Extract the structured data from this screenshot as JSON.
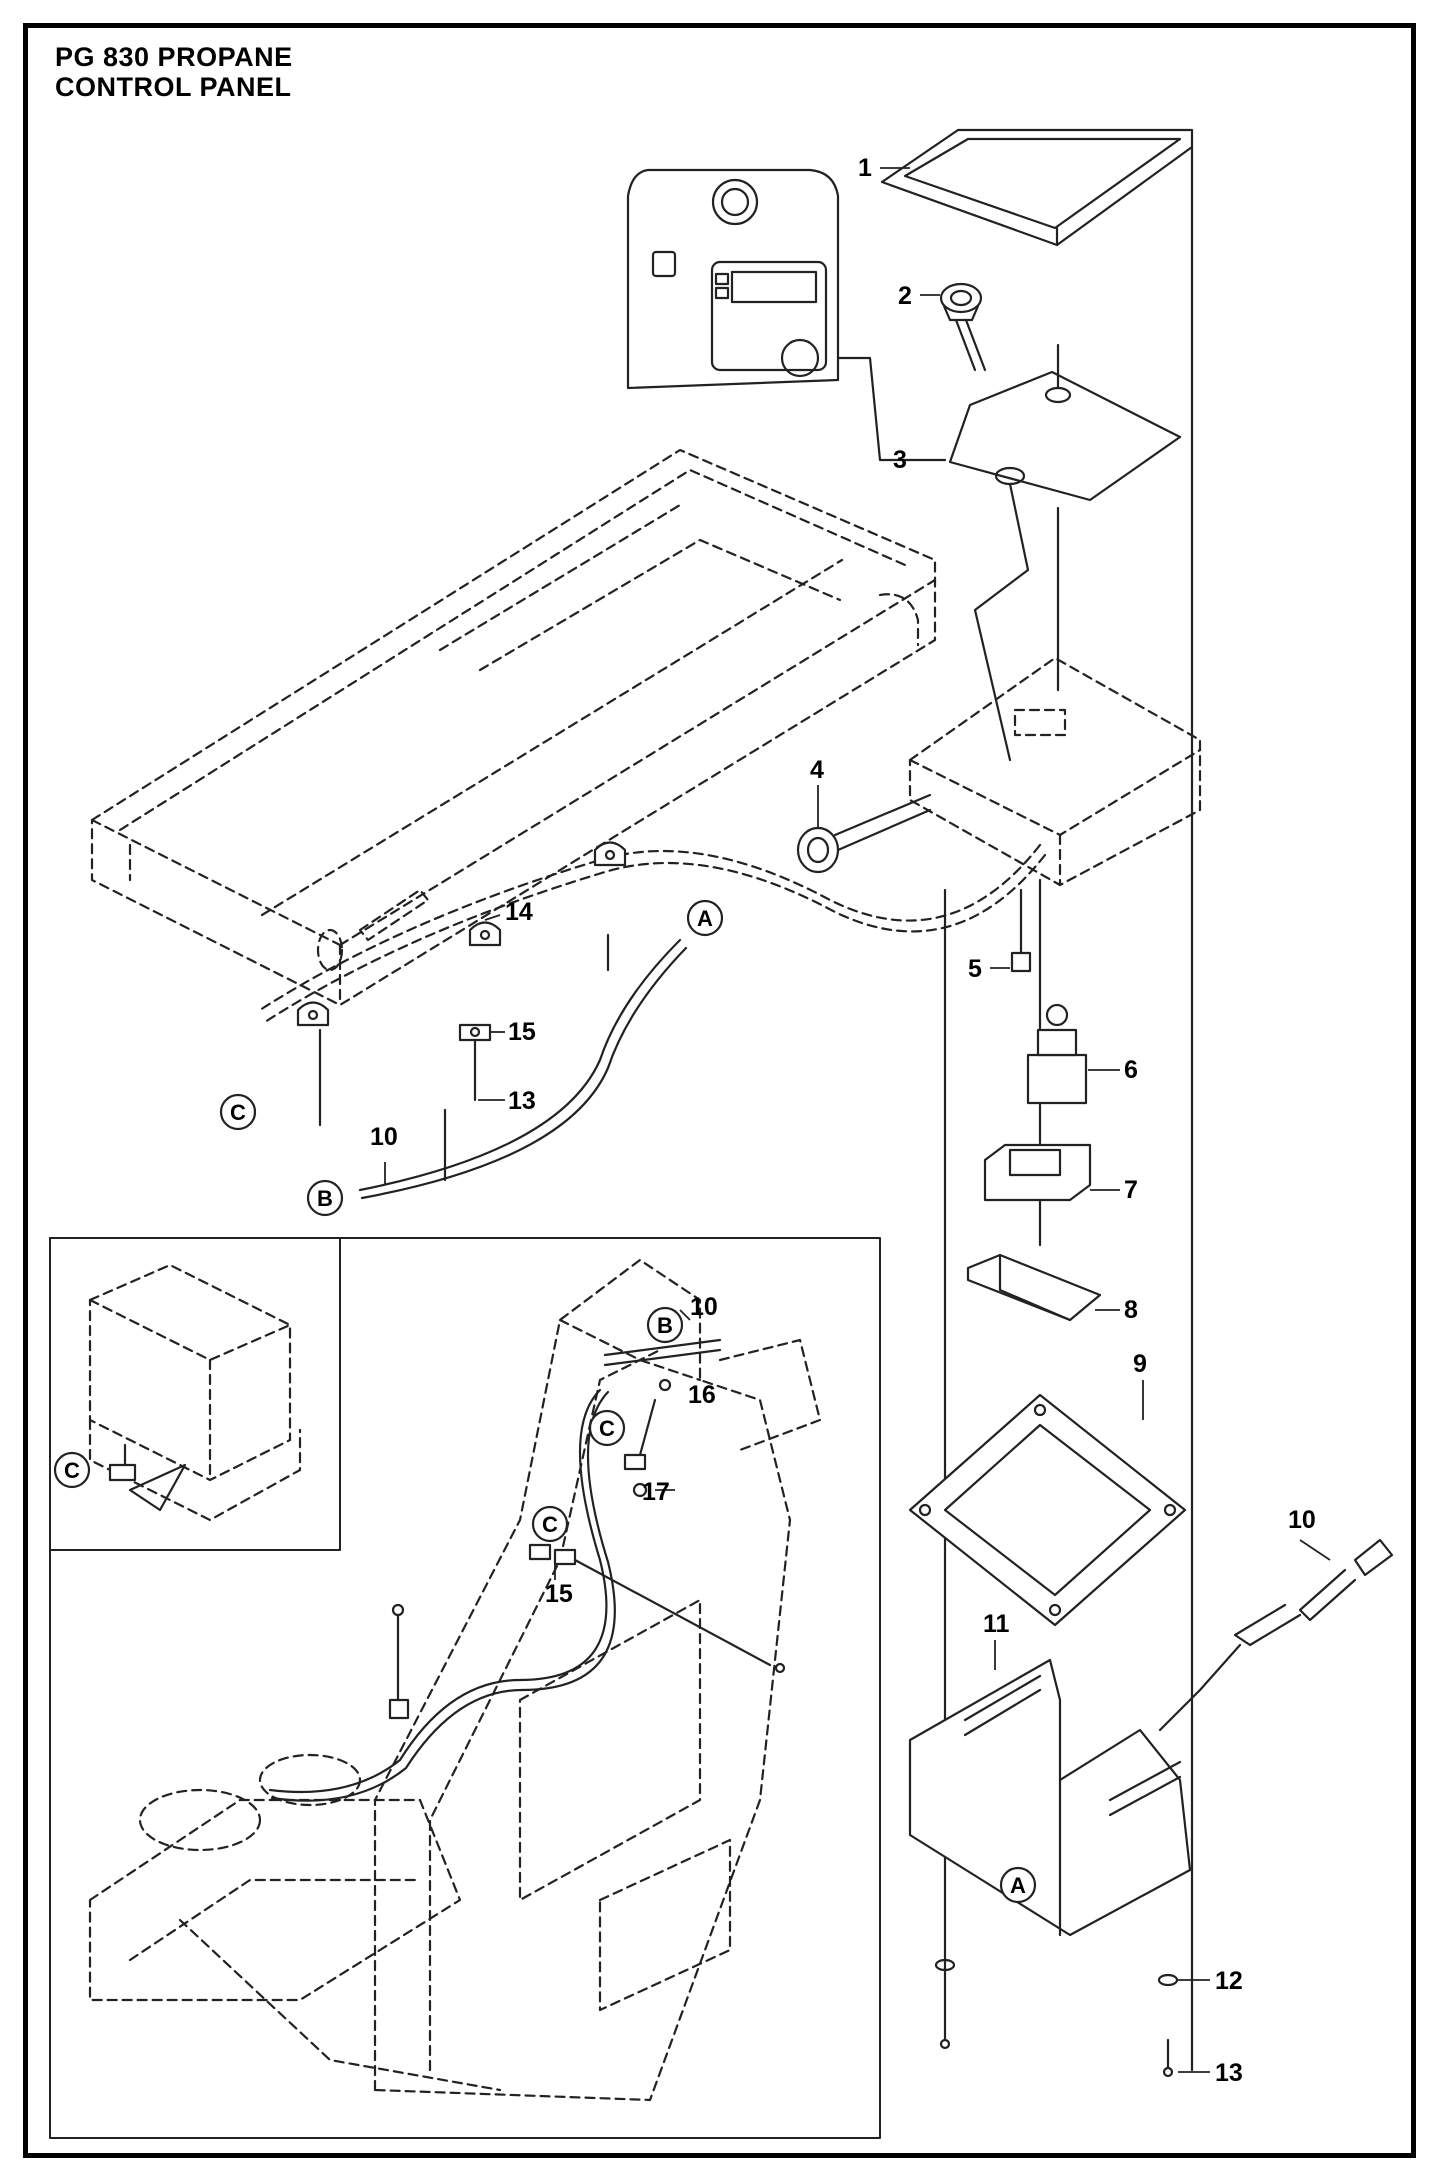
{
  "title": {
    "line1": "PG 830 PROPANE",
    "line2": "CONTROL PANEL"
  },
  "part_numbers": [
    "1",
    "2",
    "3",
    "4",
    "5",
    "6",
    "7",
    "8",
    "9",
    "10",
    "10",
    "10",
    "11",
    "12",
    "13",
    "13",
    "14",
    "15",
    "15",
    "16",
    "17"
  ],
  "callouts": {
    "A_top": "A",
    "A_bottom": "A",
    "B_top": "B",
    "B_inset": "B",
    "C_left": "C",
    "C_small_inset": "C",
    "C_inset_1": "C",
    "C_inset_2": "C"
  },
  "colors": {
    "line": "#222222",
    "frame": "#000000",
    "panel_fill": "#ffffff"
  }
}
